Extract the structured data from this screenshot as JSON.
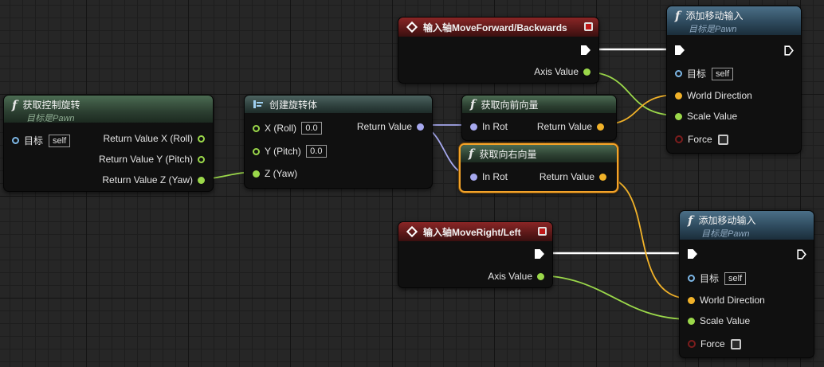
{
  "nodes": {
    "get_control_rotation": {
      "title": "获取控制旋转",
      "subtitle": "目标是Pawn",
      "target_label": "目标",
      "target_value": "self",
      "outputs": [
        "Return Value X (Roll)",
        "Return Value Y (Pitch)",
        "Return Value Z (Yaw)"
      ]
    },
    "make_rotator": {
      "title": "创建旋转体",
      "inputs": [
        {
          "label": "X (Roll)",
          "value": "0.0"
        },
        {
          "label": "Y (Pitch)",
          "value": "0.0"
        },
        {
          "label": "Z (Yaw)",
          "value": ""
        }
      ],
      "output": "Return Value"
    },
    "axis_forward": {
      "title": "输入轴MoveForward/Backwards",
      "output": "Axis Value"
    },
    "axis_right": {
      "title": "输入轴MoveRight/Left",
      "output": "Axis Value"
    },
    "get_forward_vector": {
      "title": "获取向前向量",
      "input": "In Rot",
      "output": "Return Value"
    },
    "get_right_vector": {
      "title": "获取向右向量",
      "input": "In Rot",
      "output": "Return Value"
    },
    "add_movement_1": {
      "title": "添加移动输入",
      "subtitle": "目标是Pawn",
      "target_label": "目标",
      "target_value": "self",
      "world_direction": "World Direction",
      "scale_value": "Scale Value",
      "force": "Force"
    },
    "add_movement_2": {
      "title": "添加移动输入",
      "subtitle": "目标是Pawn",
      "target_label": "目标",
      "target_value": "self",
      "world_direction": "World Direction",
      "scale_value": "Scale Value",
      "force": "Force"
    }
  },
  "colors": {
    "exec_wire": "#ffffff",
    "float_wire": "#9bd84a",
    "rotator_wire": "#a6a8ee",
    "vector_wire": "#f1b229",
    "selection": "#f3a32a"
  }
}
